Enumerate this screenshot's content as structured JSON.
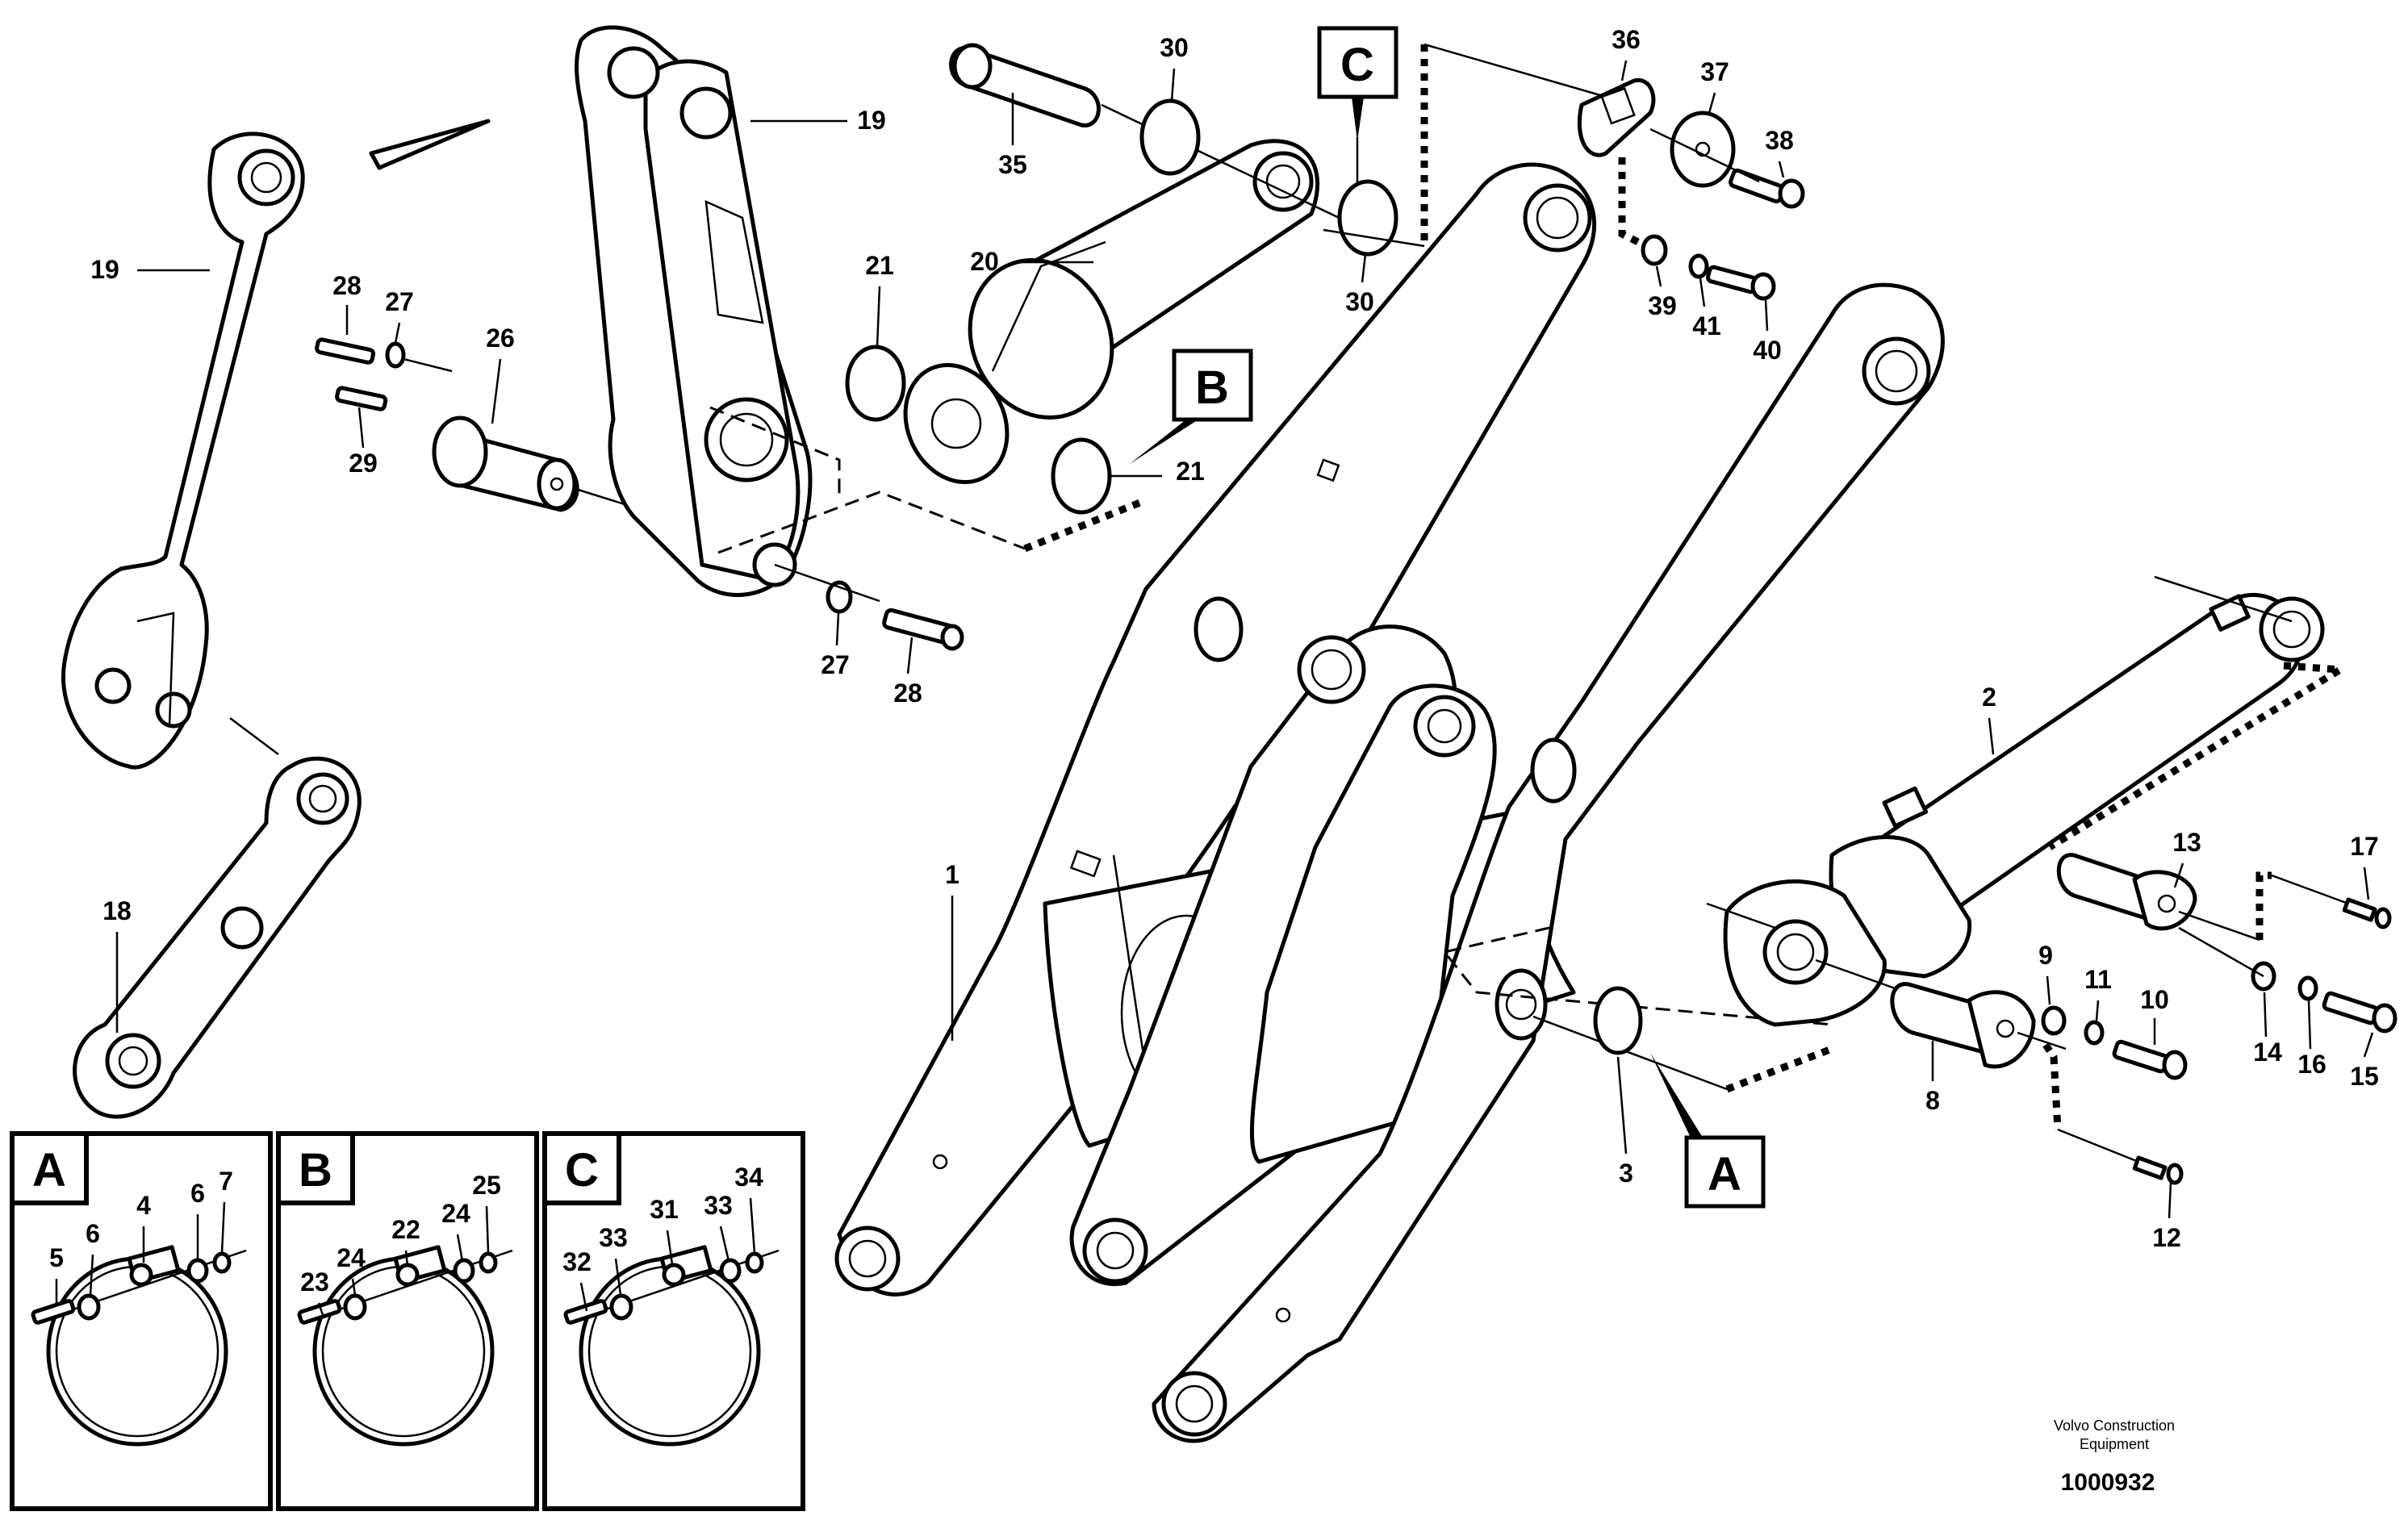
{
  "diagram": {
    "callouts": [
      "1",
      "2",
      "3",
      "8",
      "9",
      "10",
      "11",
      "12",
      "13",
      "14",
      "15",
      "16",
      "17",
      "18",
      "19",
      "19",
      "20",
      "21",
      "21",
      "26",
      "27",
      "27",
      "28",
      "28",
      "29",
      "30",
      "30",
      "35",
      "36",
      "37",
      "38",
      "39",
      "40",
      "41"
    ],
    "section_markers": [
      "A",
      "B",
      "C"
    ],
    "insets": [
      {
        "letter": "A",
        "callouts": [
          "4",
          "5",
          "6",
          "6",
          "7"
        ]
      },
      {
        "letter": "B",
        "callouts": [
          "22",
          "23",
          "24",
          "24",
          "25"
        ]
      },
      {
        "letter": "C",
        "callouts": [
          "31",
          "32",
          "33",
          "33",
          "34"
        ]
      }
    ],
    "credit_line1": "Volvo Construction",
    "credit_line2": "Equipment",
    "document_number": "1000932"
  }
}
